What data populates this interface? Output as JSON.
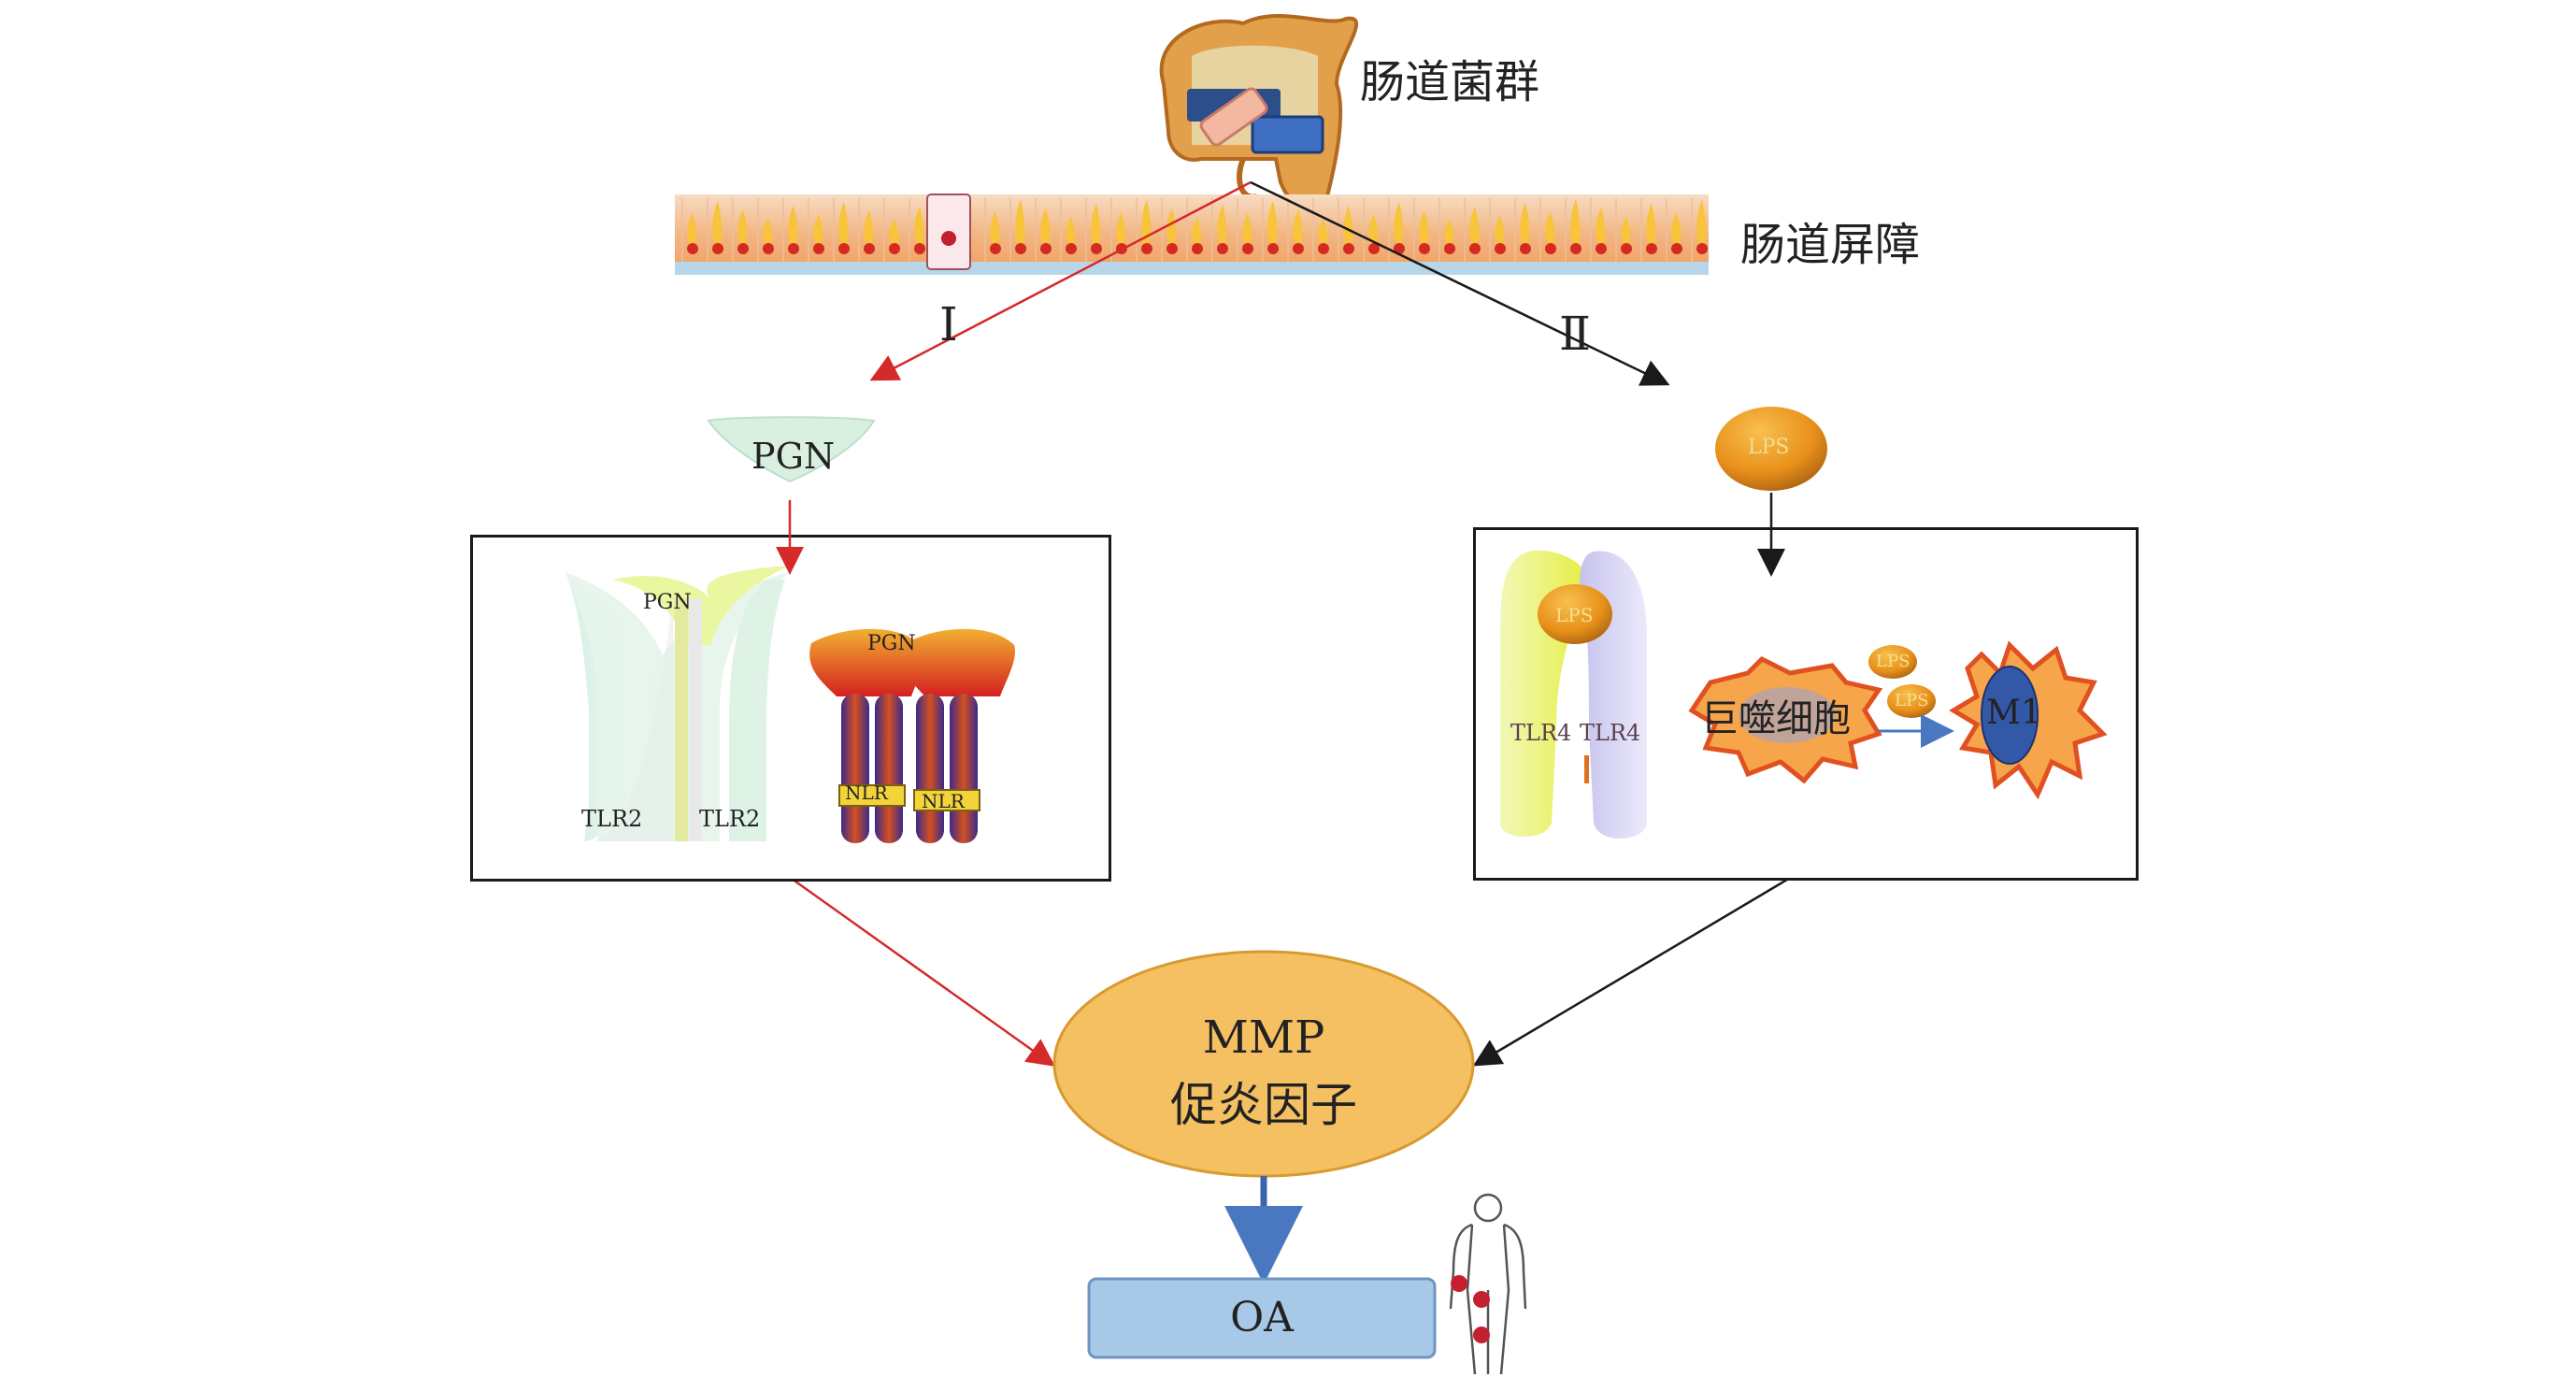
{
  "gut": {
    "microbiota_label": "肠道菌群",
    "barrier_label": "肠道屏障"
  },
  "pathways": {
    "route_one": {
      "numeral": "Ⅰ",
      "color": "#d42a2a"
    },
    "route_two": {
      "numeral": "Ⅱ",
      "color": "#1a1a1a"
    }
  },
  "left_panel": {
    "ligand": "PGN",
    "tlr2": {
      "ligand": "PGN",
      "left_label": "TLR2",
      "right_label": "TLR2"
    },
    "nlr": {
      "ligand": "PGN",
      "left_label": "NLR",
      "right_label": "NLR"
    }
  },
  "right_panel": {
    "ligand": "LPS",
    "tlr4": {
      "ligand": "LPS",
      "left_label": "TLR4",
      "right_label": "TLR4"
    },
    "macrophage": {
      "label": "巨噬细胞",
      "lps_a": "LPS",
      "lps_b": "LPS",
      "m1_label": "M1"
    }
  },
  "mediator": {
    "line1": "MMP",
    "line2": "促炎因子",
    "fill": "#f5c062"
  },
  "outcome": {
    "label": "OA",
    "fill": "#a8c8e8"
  }
}
